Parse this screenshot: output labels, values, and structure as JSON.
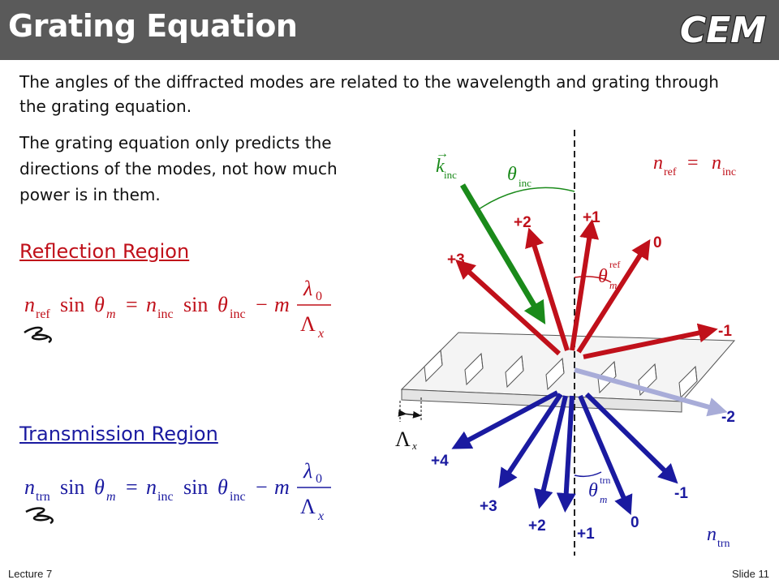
{
  "title": "Grating Equation",
  "logo_text": "CEM",
  "paragraph1": "The angles of the diffracted modes are related to the wavelength and grating through the grating equation.",
  "paragraph2": "The grating equation only predicts the directions of the modes, not how much power is in them.",
  "reflection": {
    "heading": "Reflection Region",
    "eq": {
      "n": "n",
      "n_sub": "ref",
      "sin": "sin",
      "theta": "θ",
      "m_sub": "m",
      "eq_sign": "=",
      "n2": "n",
      "n2_sub": "inc",
      "sin2": "sin",
      "theta2": "θ",
      "theta2_sub": "inc",
      "minus": "−",
      "m": "m",
      "num": "λ",
      "num_sub": "0",
      "den": "Λ",
      "den_sub": "x"
    }
  },
  "transmission": {
    "heading": "Transmission Region",
    "eq": {
      "n": "n",
      "n_sub": "trn",
      "sin": "sin",
      "theta": "θ",
      "m_sub": "m",
      "eq_sign": "=",
      "n2": "n",
      "n2_sub": "inc",
      "sin2": "sin",
      "theta2": "θ",
      "theta2_sub": "inc",
      "minus": "−",
      "m": "m",
      "num": "λ",
      "num_sub": "0",
      "den": "Λ",
      "den_sub": "x"
    }
  },
  "diagram": {
    "k_label": "k",
    "k_sub": "inc",
    "theta_inc": "θ",
    "theta_inc_sub": "inc",
    "nref_label": "n",
    "nref_sub": "ref",
    "nref_eq": "=",
    "ninc_label": "n",
    "ninc_sub": "inc",
    "theta_ref": "θ",
    "theta_ref_sub": "m",
    "theta_ref_sup": "ref",
    "theta_trn": "θ",
    "theta_trn_sub": "m",
    "theta_trn_sup": "trn",
    "period": "Λ",
    "period_sub": "x",
    "ntrn_label": "n",
    "ntrn_sub": "trn",
    "reflected_orders": [
      "+3",
      "+2",
      "+1",
      "0",
      "-1"
    ],
    "transmitted_orders": [
      "+4",
      "+3",
      "+2",
      "+1",
      "0",
      "-1",
      "-2"
    ],
    "colors": {
      "incident": "#1a8a1a",
      "reflected": "#c0101a",
      "transmitted": "#1a1aa0",
      "faded": "#a8acd8"
    }
  },
  "footer": {
    "left": "Lecture 7",
    "right": "Slide 11"
  }
}
